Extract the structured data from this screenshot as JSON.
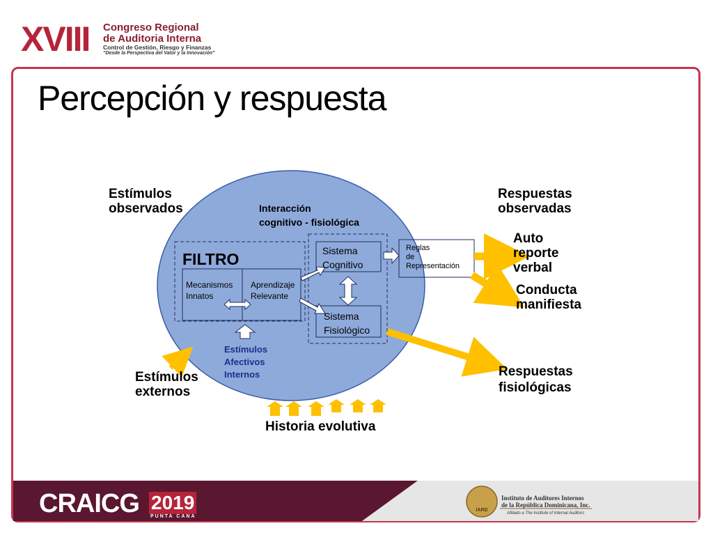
{
  "header": {
    "logo_text": "XVIII",
    "line1": "Congreso Regional",
    "line2": "de Auditoria Interna",
    "line3": "Control de Gestión, Riesgo y Finanzas",
    "line4": "\"Desde la Perspectiva del Valor y la Innovación\""
  },
  "slide": {
    "title": "Percepción y respuesta"
  },
  "diagram": {
    "estimulos_observados": [
      "Estímulos",
      "observados"
    ],
    "respuestas_observadas": [
      "Respuestas",
      "observadas"
    ],
    "interaccion": [
      "Interacción",
      "cognitivo - fisiológica"
    ],
    "filtro": "FILTRO",
    "mecanismos": [
      "Mecanismos",
      "Innatos"
    ],
    "aprendizaje": [
      "Aprendizaje",
      "Relevante"
    ],
    "sistema_cognitivo": [
      "Sistema",
      "Cognitivo"
    ],
    "sistema_fisiologico": [
      "Sistema",
      "Fisiológico"
    ],
    "reglas": [
      "Reglas",
      "de",
      "Representación"
    ],
    "auto_reporte": [
      "Auto",
      "reporte",
      "verbal"
    ],
    "conducta": [
      "Conducta",
      "manifiesta"
    ],
    "estimulos_afectivos": [
      "Estímulos",
      "Afectivos",
      "Internos"
    ],
    "estimulos_externos": [
      "Estímulos",
      "externos"
    ],
    "respuestas_fisiologicas": [
      "Respuestas",
      "fisiológicas"
    ],
    "historia": "Historia evolutiva",
    "colors": {
      "ellipse": "#8eaadb",
      "arrow": "#ffc000",
      "frame": "#c4364d"
    }
  },
  "footer": {
    "brand": "CRAICG",
    "year": "2019",
    "city": "PUNTA CANA",
    "institute_line1": "Instituto de Auditores Internos",
    "institute_line2": "de la República Dominicana, Inc.",
    "institute_line3": "Afiliado a The Institute of Internal Auditors",
    "emblem_text": "IARD"
  }
}
